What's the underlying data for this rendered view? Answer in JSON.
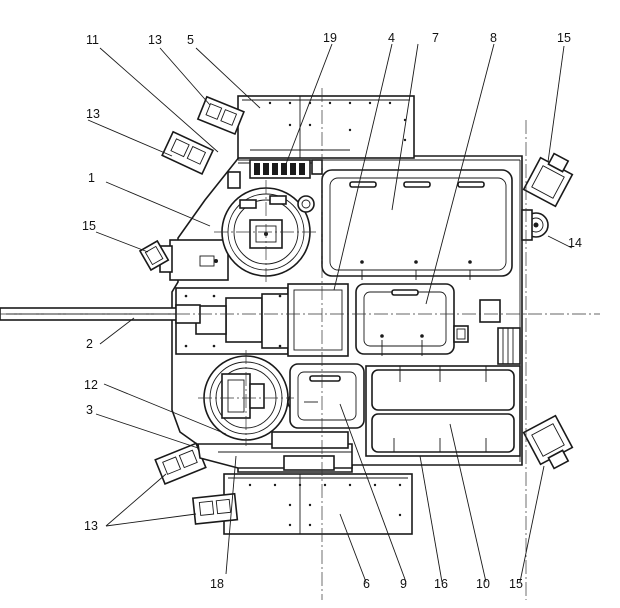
{
  "callouts": [
    {
      "id": "11",
      "text": "11"
    },
    {
      "id": "13a",
      "text": "13"
    },
    {
      "id": "5",
      "text": "5"
    },
    {
      "id": "19",
      "text": "19"
    },
    {
      "id": "4",
      "text": "4"
    },
    {
      "id": "7",
      "text": "7"
    },
    {
      "id": "8",
      "text": "8"
    },
    {
      "id": "15a",
      "text": "15"
    },
    {
      "id": "13b",
      "text": "13"
    },
    {
      "id": "1",
      "text": "1"
    },
    {
      "id": "15b",
      "text": "15"
    },
    {
      "id": "14",
      "text": "14"
    },
    {
      "id": "2",
      "text": "2"
    },
    {
      "id": "12",
      "text": "12"
    },
    {
      "id": "3",
      "text": "3"
    },
    {
      "id": "13c",
      "text": "13"
    },
    {
      "id": "18",
      "text": "18"
    },
    {
      "id": "6",
      "text": "6"
    },
    {
      "id": "9",
      "text": "9"
    },
    {
      "id": "16",
      "text": "16"
    },
    {
      "id": "10",
      "text": "10"
    },
    {
      "id": "15c",
      "text": "15"
    }
  ]
}
